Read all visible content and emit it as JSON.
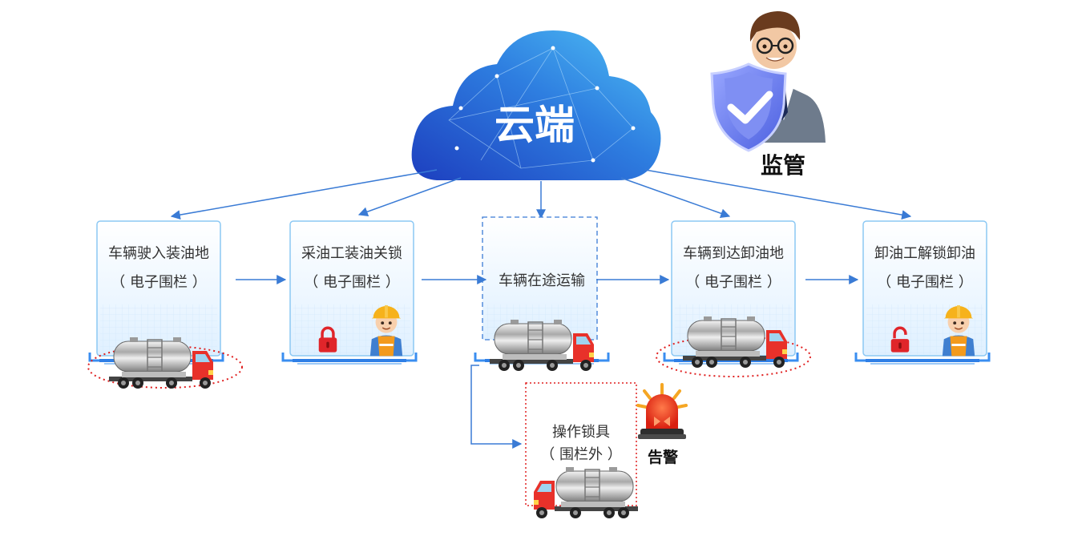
{
  "cloud": {
    "label": "云端"
  },
  "supervisor": {
    "label": "监管"
  },
  "steps": [
    {
      "title": "车辆驶入装油地",
      "sub": "（ 电子围栏 ）"
    },
    {
      "title": "采油工装油关锁",
      "sub": "（ 电子围栏 ）"
    },
    {
      "title": "车辆在途运输",
      "sub": ""
    },
    {
      "title": "车辆到达卸油地",
      "sub": "（ 电子围栏 ）"
    },
    {
      "title": "卸油工解锁卸油",
      "sub": "（ 电子围栏 ）"
    }
  ],
  "exception": {
    "title": "操作锁具",
    "sub": "（ 围栏外 ）"
  },
  "alarm": {
    "label": "告警"
  },
  "colors": {
    "arrow": "#3a7bd5",
    "card_border": "#79bdf2",
    "card_fill": "#eef7ff",
    "fence": "#e02020",
    "cloud_dark": "#1f47c4",
    "cloud_light": "#44b2f2",
    "truck_cab": "#e8312a",
    "lock": "#e0252a",
    "shield": "#6c7ff0",
    "helmet": "#f6b21b"
  }
}
